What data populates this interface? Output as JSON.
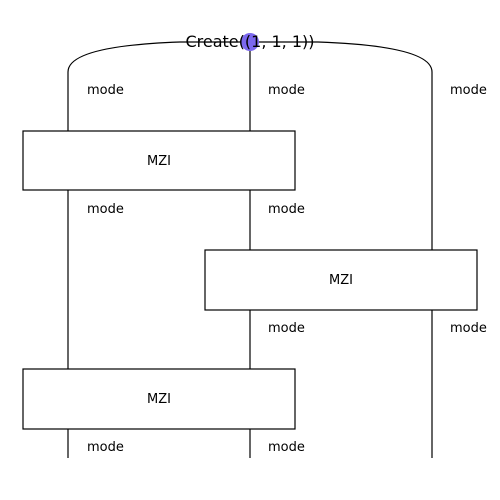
{
  "diagram": {
    "title": "Create((1, 1, 1))",
    "box_label": "MZI",
    "wire_label": "mode",
    "colors": {
      "line": "#000000",
      "box_fill": "#ffffff",
      "dot": "#7b68ee"
    },
    "boxes": [
      {
        "label": "MZI"
      },
      {
        "label": "MZI"
      },
      {
        "label": "MZI"
      }
    ],
    "wire_labels": [
      {
        "text": "mode"
      },
      {
        "text": "mode"
      },
      {
        "text": "mode"
      },
      {
        "text": "mode"
      },
      {
        "text": "mode"
      },
      {
        "text": "mode"
      },
      {
        "text": "mode"
      },
      {
        "text": "mode"
      },
      {
        "text": "mode"
      }
    ]
  }
}
